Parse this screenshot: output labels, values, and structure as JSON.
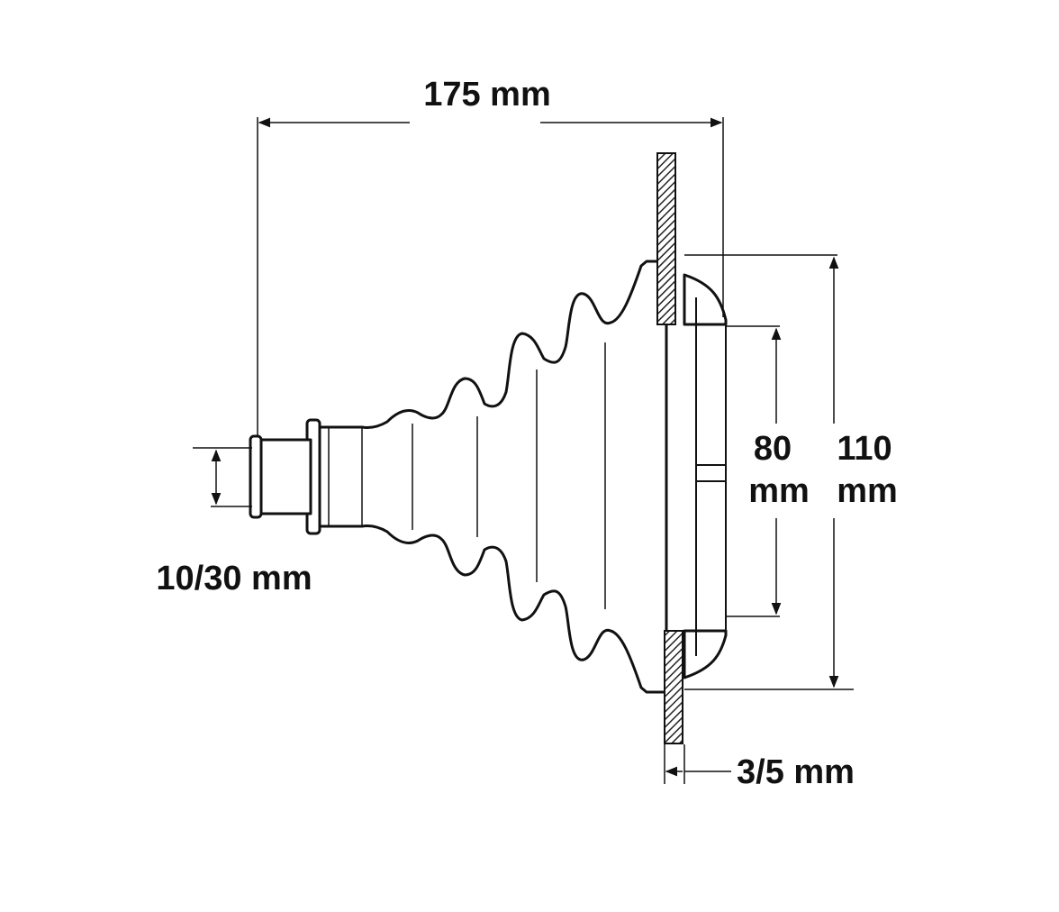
{
  "diagram": {
    "subject": "cable-grommet-bellows",
    "colors": {
      "stroke": "#111111",
      "background": "#ffffff",
      "hatch": "#222222"
    },
    "dimensions": {
      "overall_length": "175 mm",
      "inner_opening_line1": "80",
      "inner_opening_line2": "mm",
      "outer_flange_line1": "110",
      "outer_flange_line2": "mm",
      "cable_range": "10/30 mm",
      "panel_thickness": "3/5 mm"
    }
  }
}
